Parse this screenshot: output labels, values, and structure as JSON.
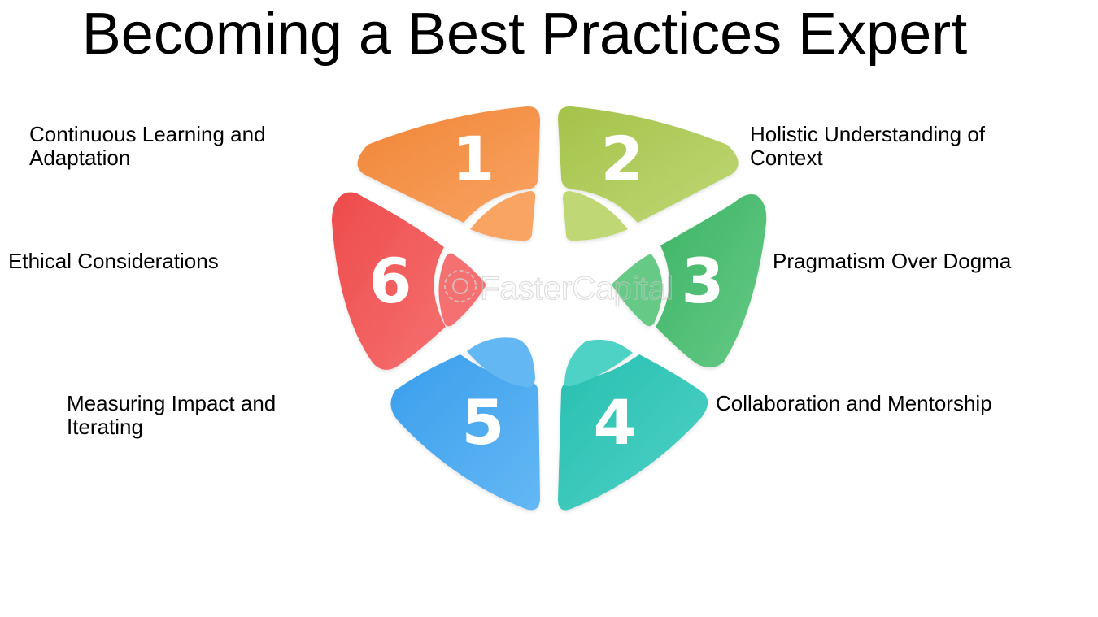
{
  "title": "Becoming a Best Practices Expert",
  "watermark": "FasterCapital",
  "colors": {
    "orange": "#F08536",
    "yellow_green": "#A4C34A",
    "green": "#3DB466",
    "teal": "#27BFB0",
    "blue": "#3A9EEC",
    "red": "#EE4B4B"
  },
  "segments": [
    {
      "number": "1",
      "label_lines": [
        "Continuous Learning and",
        "Adaptation"
      ],
      "color": "#F08536",
      "light": "#F9A463"
    },
    {
      "number": "2",
      "label_lines": [
        "Holistic Understanding of",
        "Context"
      ],
      "color": "#A4C34A",
      "light": "#C0D774"
    },
    {
      "number": "3",
      "label_lines": [
        "Pragmatism Over Dogma"
      ],
      "color": "#3DB466",
      "light": "#66CA86"
    },
    {
      "number": "4",
      "label_lines": [
        "Collaboration and Mentorship"
      ],
      "color": "#27BFB0",
      "light": "#4FD2C6"
    },
    {
      "number": "5",
      "label_lines": [
        "Measuring Impact and",
        "Iterating"
      ],
      "color": "#3A9EEC",
      "light": "#64B8F4"
    },
    {
      "number": "6",
      "label_lines": [
        "Ethical Considerations"
      ],
      "color": "#EE4B4B",
      "light": "#F57070"
    }
  ]
}
